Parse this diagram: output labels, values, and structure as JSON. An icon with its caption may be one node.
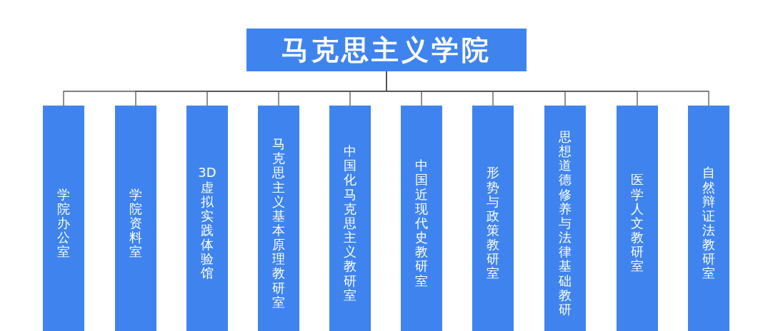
{
  "diagram": {
    "nodes": [
      {
        "text": [
          "马克思主义学院"
        ]
      },
      {
        "text": [
          "学院办公室"
        ]
      },
      {
        "text": [
          "学院资料室"
        ]
      },
      {
        "text": [
          "3D虚拟实践体验馆"
        ]
      },
      {
        "text": [
          "马克思主义基本原理教研室"
        ]
      },
      {
        "text": [
          "中国化马克思主义教研室"
        ]
      },
      {
        "text": [
          "中国近现代史教研室"
        ]
      },
      {
        "text": [
          "形势与政策教研室"
        ]
      },
      {
        "text": [
          "思想道德修养与法律基础教研"
        ]
      },
      {
        "text": [
          "医学人文教研室"
        ]
      },
      {
        "text": [
          "自然辩证法教研室"
        ]
      }
    ],
    "edges": [
      {
        "from": 0,
        "to": 1,
        "arrow": "none"
      },
      {
        "from": 0,
        "to": 2,
        "arrow": "none"
      },
      {
        "from": 0,
        "to": 3,
        "arrow": "none"
      },
      {
        "from": 0,
        "to": 4,
        "arrow": "none"
      },
      {
        "from": 0,
        "to": 5,
        "arrow": "none"
      },
      {
        "from": 0,
        "to": 6,
        "arrow": "none"
      },
      {
        "from": 0,
        "to": 7,
        "arrow": "none"
      },
      {
        "from": 0,
        "to": 8,
        "arrow": "none"
      },
      {
        "from": 0,
        "to": 9,
        "arrow": "none"
      },
      {
        "from": 0,
        "to": 10,
        "arrow": "none"
      }
    ]
  }
}
